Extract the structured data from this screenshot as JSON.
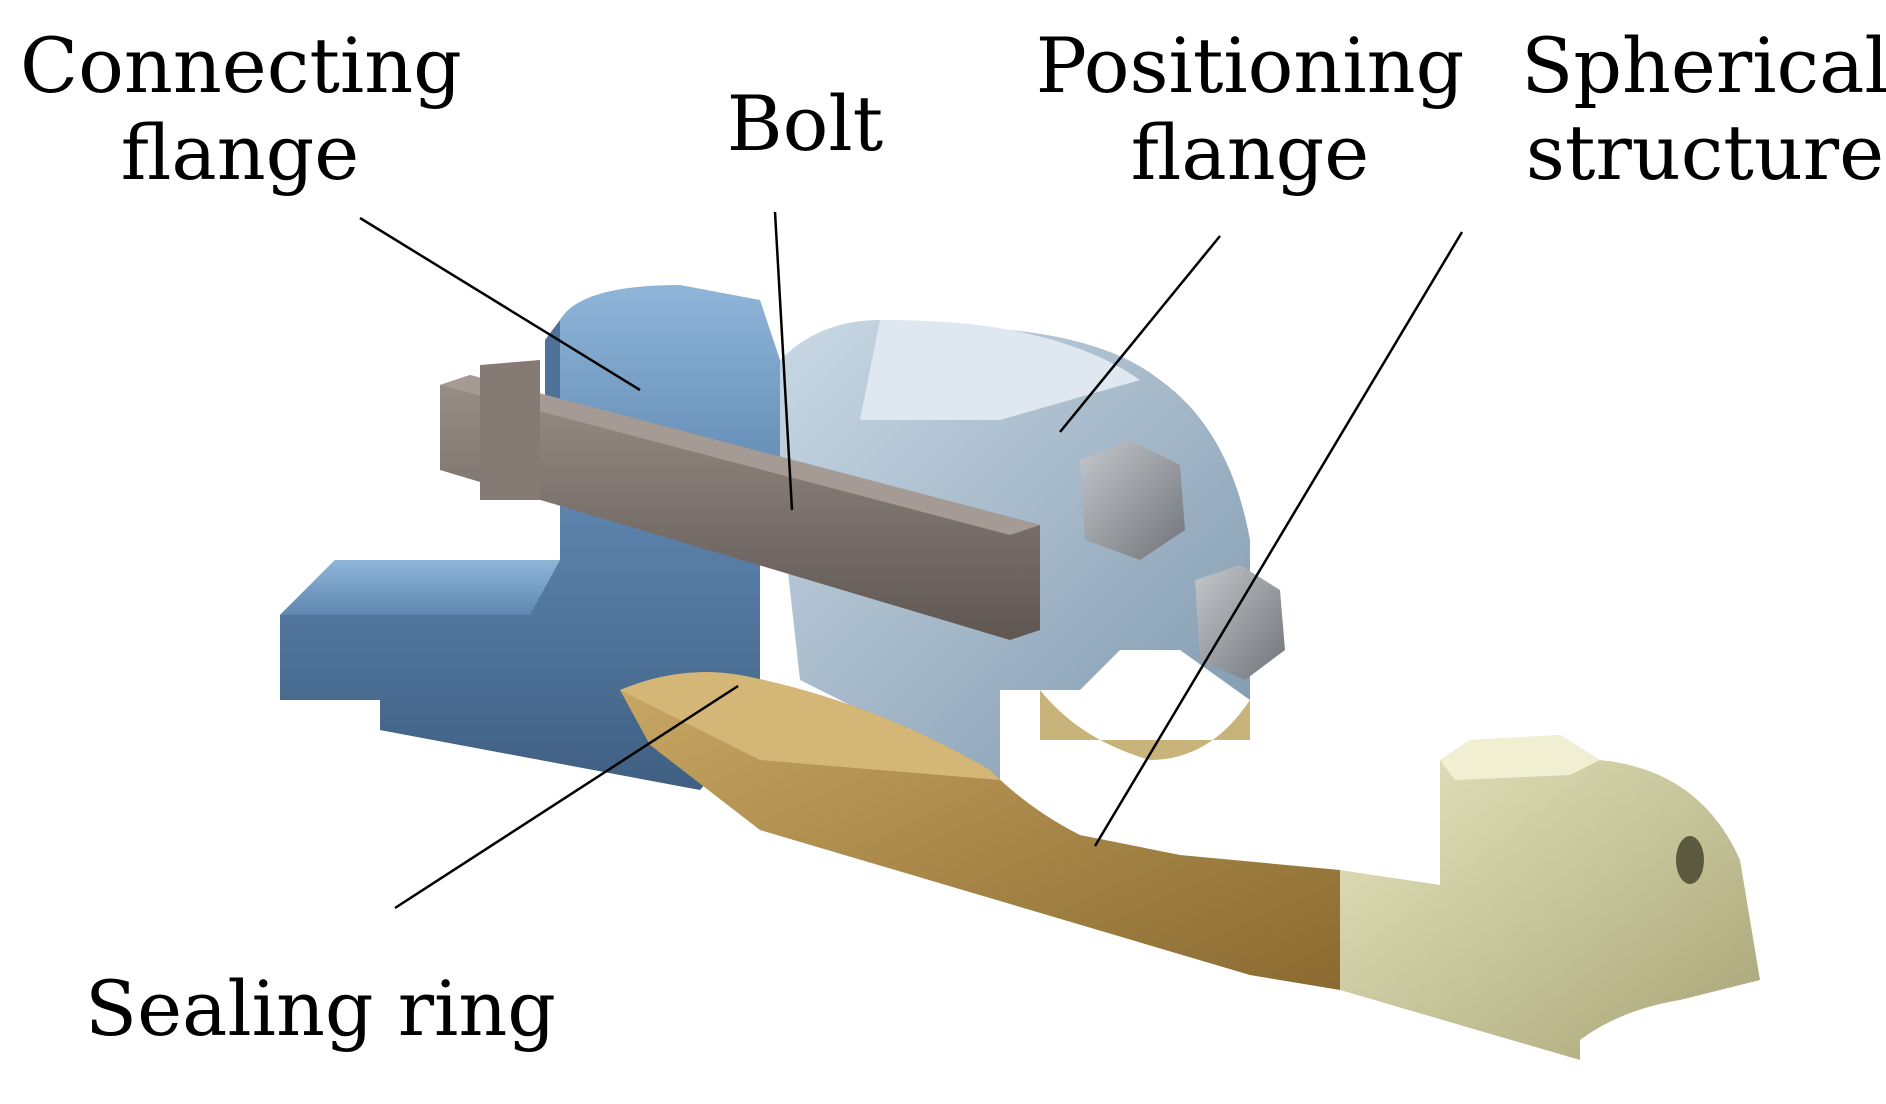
{
  "figure": {
    "labels": {
      "connecting_flange": [
        "Connecting",
        "flange"
      ],
      "bolt": "Bolt",
      "positioning_flange": [
        "Positioning",
        "flange"
      ],
      "spherical_structure": [
        "Spherical",
        "structure"
      ],
      "sealing_ring": "Sealing ring"
    },
    "colors": {
      "connecting_flange": "#6f9ac4",
      "positioning_flange": "#9fb8cc",
      "bolt": "#7a716c",
      "nut": "#9a9ea3",
      "spherical_structure": "#b08e4e",
      "end_piece": "#c9c79a",
      "leader_line": "#000000"
    }
  }
}
